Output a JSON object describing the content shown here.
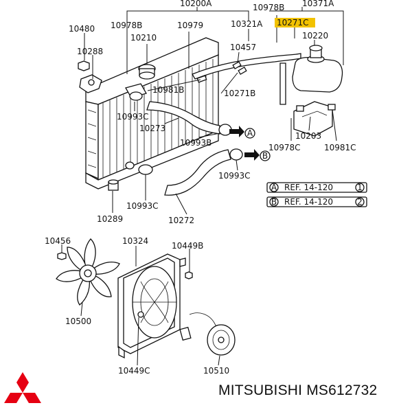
{
  "labels": {
    "p10200A": "10200A",
    "p10978B_top": "10978B",
    "p10371A": "10371A",
    "p10480": "10480",
    "p10978B_left": "10978B",
    "p10210": "10210",
    "p10979": "10979",
    "p10321A": "10321A",
    "p10271C": "10271C",
    "p10220": "10220",
    "p10288": "10288",
    "p10457": "10457",
    "p10981B": "10981B",
    "p10271B": "10271B",
    "p10993C_a": "10993C",
    "p10273": "10273",
    "p10993B": "10993B",
    "p10203": "10203",
    "p10978C": "10978C",
    "p10981C": "10981C",
    "p10993C_b": "10993C",
    "p10993C_c": "10993C",
    "p10289": "10289",
    "p10272": "10272",
    "p10456": "10456",
    "p10324": "10324",
    "p10449B": "10449B",
    "p10500": "10500",
    "p10449C": "10449C",
    "p10510": "10510"
  },
  "refs": [
    {
      "letter": "A",
      "text": "REF. 14-120",
      "num": "1"
    },
    {
      "letter": "B",
      "text": "REF. 14-120",
      "num": "2"
    }
  ],
  "callouts": {
    "a": "A",
    "b": "B"
  },
  "highlight": {
    "part": "p10271C",
    "color": "#f2c200"
  },
  "brand": {
    "text": "MITSUBISHI MS612732",
    "logo_color": "#e60012"
  }
}
